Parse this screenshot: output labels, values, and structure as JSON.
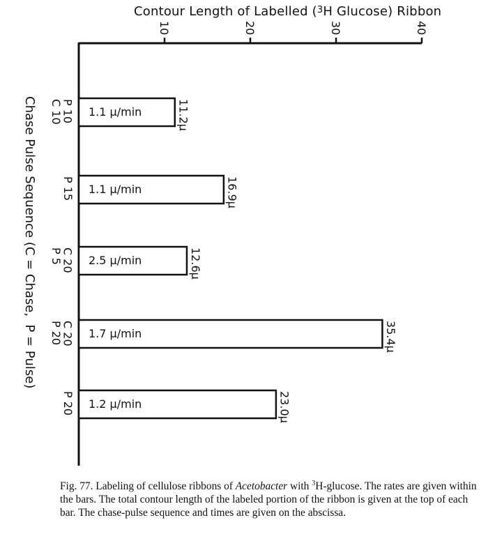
{
  "chart_data": {
    "type": "bar",
    "orientation": "horizontal",
    "title": "",
    "xlabel_parts": [
      "Contour Length of Labelled (",
      "3",
      "H Glucose)  Ribbon"
    ],
    "ylabel": "Chase Pulse Sequence (C = Chase,  P = Pulse)",
    "xlim": [
      0,
      40
    ],
    "xticks": [
      "10",
      "20",
      "30",
      "40"
    ],
    "xtick_values": [
      10,
      20,
      30,
      40
    ],
    "grid": false,
    "categories": [
      "P 10\nC 10",
      "P 15",
      "C 20\nP 5",
      "C 20\nP 20",
      "P 20"
    ],
    "values": [
      11.2,
      16.9,
      12.6,
      35.4,
      23.0
    ],
    "value_labels": [
      "11.2μ",
      "16.9μ",
      "12.6μ",
      "35.4μ",
      "23.0μ"
    ],
    "rates": [
      "1.1 μ/min",
      "1.1 μ/min",
      "2.5 μ/min",
      "1.7 μ/min",
      "1.2 μ/min"
    ]
  },
  "caption": {
    "prefix": "Fig. 77.   Labeling of cellulose ribbons of ",
    "italic": "Acetobacter",
    "mid": " with ",
    "sup": "3",
    "rest": "H-glucose. The rates are given within the bars. The total contour length of the labeled portion of the ribbon is given at the top of each bar. The chase-pulse sequence and times are given on the abscissa."
  }
}
